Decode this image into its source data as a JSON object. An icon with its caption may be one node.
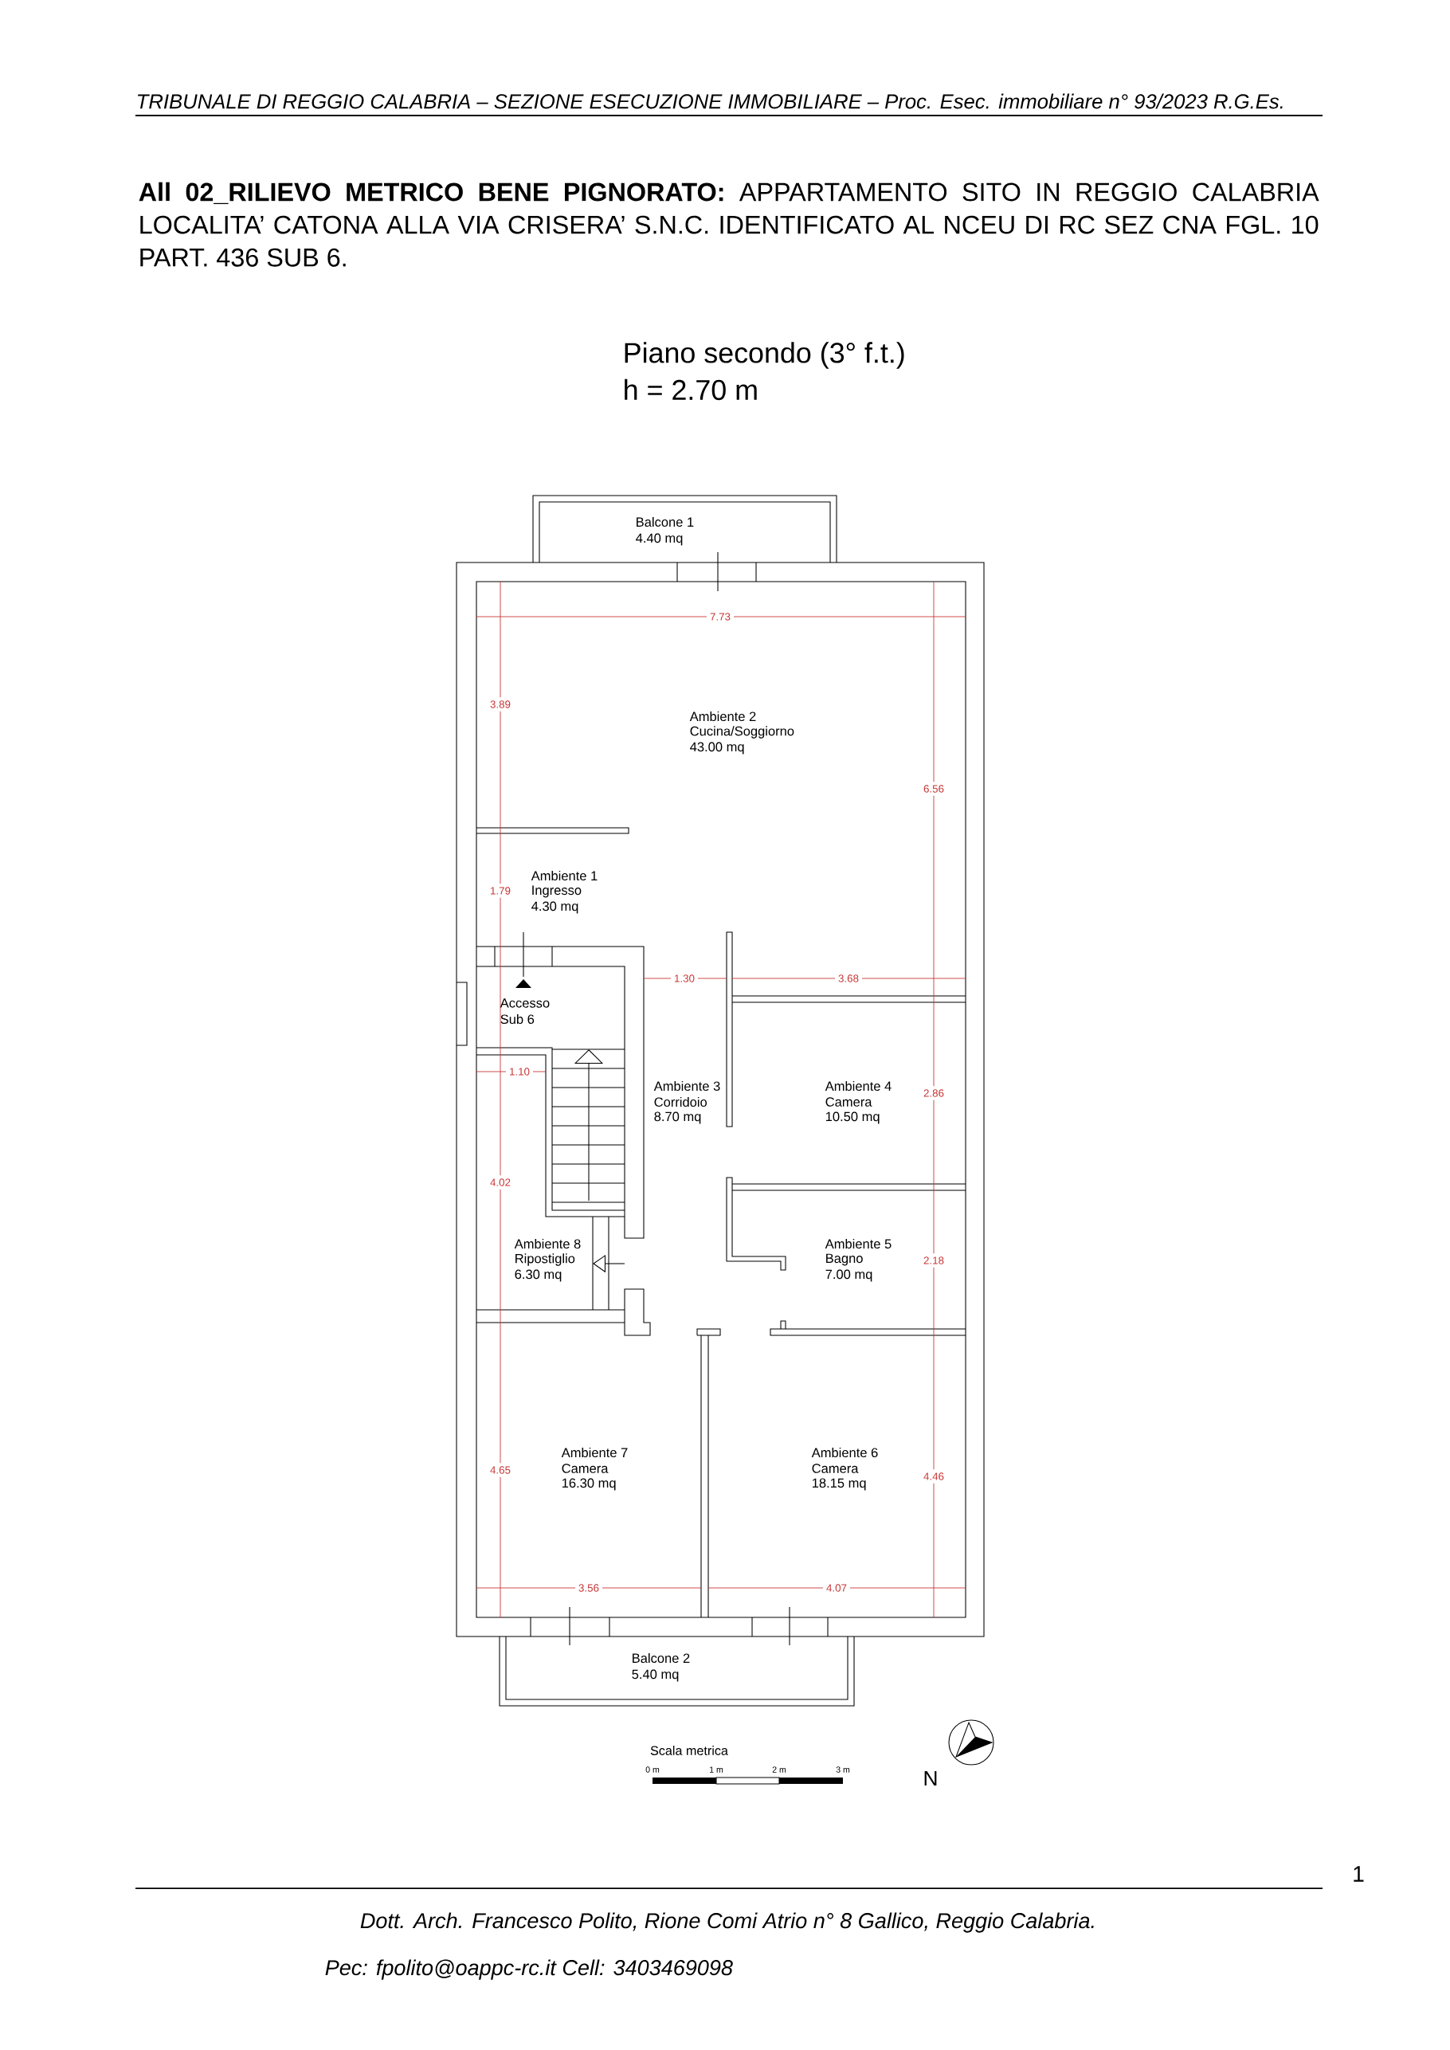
{
  "diagram": {
    "title": "**All 02_RILIEVO METRICO BENE PIGNORATO:** APPARTAMENTO SITO IN REGGIO CALABRIA LOCALITA’ CATONA ALLA VIA CRISERA’ S.N.C. IDENTIFICATO AL NCEU DI RC SEZ CNA FGL. 10  PART. 436 SUB 6.",
    "labels": [
      "TRIBUNALE DI REGGIO CALABRIA –  SEZIONE ESECUZIONE IMMOBILIARE – Proc. Esec. immobiliare n° 93/2023 R.G.Es.",
      "Piano secondo (3° f.t.)",
      "h = 2.70 m",
      "Balcone 1",
      "4.40 mq",
      "7.73",
      "3.89",
      "Ambiente 2",
      "Cucina/Soggiorno",
      "43.00 mq",
      "6.56",
      "Ambiente 1",
      "Ingresso",
      "4.30 mq",
      "1.79",
      "1.30",
      "3.68",
      "Accesso",
      "Sub 6",
      "1.10",
      "Ambiente 3",
      "Corridoio",
      "8.70 mq",
      "Ambiente 4",
      "Camera",
      "10.50 mq",
      "2.86",
      "4.02",
      "Ambiente 8",
      "Ripostiglio",
      "6.30 mq",
      "Ambiente 5",
      "Bagno",
      "7.00 mq",
      "2.18",
      "Ambiente 7",
      "Camera",
      "16.30 mq",
      "4.65",
      "Ambiente 6",
      "Camera",
      "18.15 mq",
      "4.46",
      "3.56",
      "4.07",
      "Balcone 2",
      "5.40 mq",
      "Scala metrica",
      "0 m",
      "1 m",
      "2 m",
      "3 m",
      "N",
      "1",
      "Dott. Arch. Francesco Polito, Rione Comi Atrio n° 8 Gallico, Reggio Calabria.",
      "Pec: fpolito@oappc-rc.it  Cell: 3403469098"
    ]
  }
}
